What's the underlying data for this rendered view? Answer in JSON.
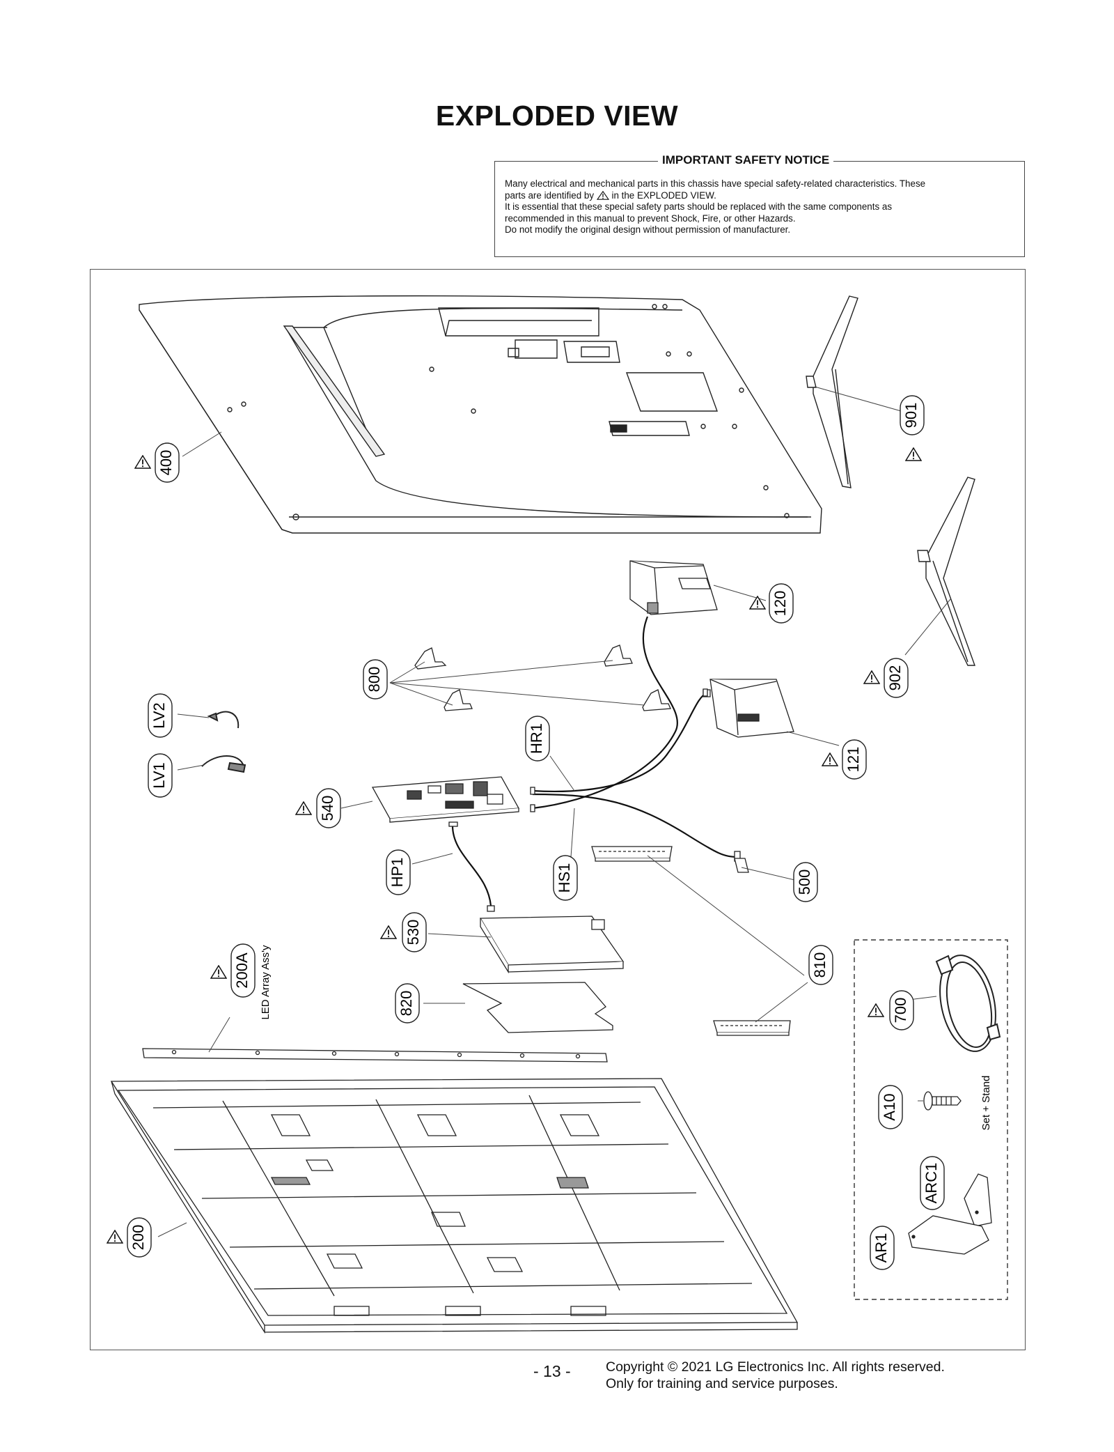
{
  "title": "EXPLODED VIEW",
  "safety_notice": {
    "heading": "IMPORTANT SAFETY NOTICE",
    "line1": "Many electrical and mechanical parts in this chassis have special safety-related characteristics. These",
    "line2_before": "parts are identified by",
    "line2_after": "in the EXPLODED VIEW.",
    "line3": "It is essential that these special safety parts should be replaced with the same components as",
    "line4": "recommended in this manual to prevent Shock, Fire, or other Hazards.",
    "line5": "Do not modify the original design without permission of manufacturer."
  },
  "parts": {
    "p400": "400",
    "p901": "901",
    "p902": "902",
    "p120": "120",
    "p121": "121",
    "p800": "800",
    "lv2": "LV2",
    "lv1": "LV1",
    "hr1": "HR1",
    "p540": "540",
    "hp1": "HP1",
    "hs1": "HS1",
    "p500": "500",
    "p530": "530",
    "p200a": "200A",
    "led_array": "LED Array Ass'y",
    "p820": "820",
    "p810": "810",
    "p700": "700",
    "a10": "A10",
    "set_stand": "Set + Stand",
    "arc1": "ARC1",
    "ar1": "AR1",
    "p200": "200"
  },
  "footer": {
    "page_number": "- 13 -",
    "copyright_line1": "Copyright © 2021 LG Electronics Inc. All rights reserved.",
    "copyright_line2": "Only for training and service purposes."
  }
}
